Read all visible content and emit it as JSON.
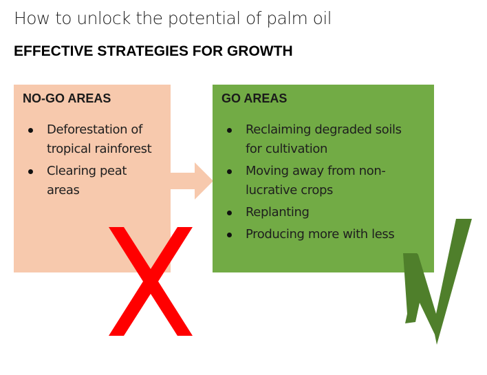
{
  "slide": {
    "title": "How to unlock the potential of palm oil",
    "subtitle": "EFFECTIVE STRATEGIES FOR GROWTH"
  },
  "no_go": {
    "heading": "NO-GO AREAS",
    "items": [
      "Deforestation of tropical rainforest",
      "Clearing peat areas"
    ]
  },
  "go": {
    "heading": "GO AREAS",
    "items": [
      "Reclaiming degraded soils for cultivation",
      "Moving away from non-lucrative crops",
      "Replanting",
      "Producing more with less"
    ]
  },
  "colors": {
    "no_go_fill": "#f7c9ad",
    "go_fill": "#72ab45",
    "cross": "#ff0000",
    "check": "#4f7f2b"
  },
  "icons": [
    "right-arrow-icon",
    "cross-icon",
    "check-mark-icon"
  ]
}
